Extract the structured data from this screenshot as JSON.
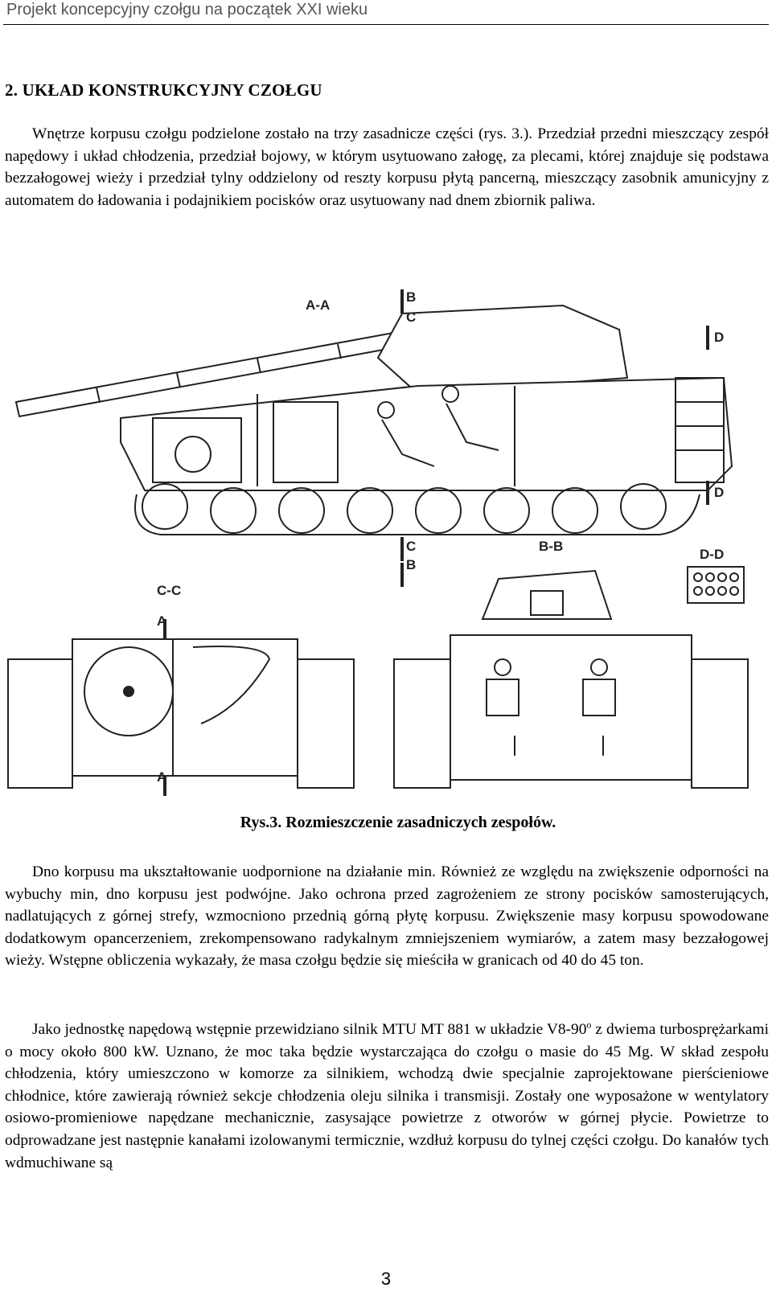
{
  "header": {
    "title": "Projekt koncepcyjny czołgu na początek XXI wieku"
  },
  "chapter": {
    "heading": "2.  UKŁAD KONSTRUKCYJNY CZOŁGU"
  },
  "paragraphs": {
    "p1": "Wnętrze korpusu czołgu podzielone zostało na trzy zasadnicze części (rys. 3.). Przedział przedni mieszczący zespół napędowy i układ chłodzenia, przedział bojowy, w którym usytuowano załogę, za plecami, której znajduje się podstawa bezzałogowej wieży i przedział tylny oddzielony od reszty korpusu płytą pancerną, mieszczący zasobnik amunicyjny z automatem do ładowania i podajnikiem pocisków oraz usytuowany nad dnem zbiornik paliwa.",
    "p2": "Dno korpusu ma ukształtowanie uodpornione na działanie min. Również ze względu na zwiększenie odporności na wybuchy min, dno korpusu jest podwójne. Jako ochrona przed zagrożeniem ze strony pocisków samosterujących, nadlatujących z górnej strefy, wzmocniono przednią górną płytę korpusu. Zwiększenie masy korpusu spowodowane dodatkowym opancerzeniem, zrekompensowano radykalnym zmniejszeniem wymiarów, a zatem masy bezzałogowej wieży. Wstępne obliczenia wykazały, że masa czołgu będzie się mieściła w granicach od 40 do 45 ton.",
    "p3_before_sup": "Jako jednostkę napędową wstępnie przewidziano silnik MTU MT 881 w układzie V8-90",
    "p3_sup": "o",
    "p3_after_sup": " z dwiema turbosprężarkami o mocy około 800 kW. Uznano, że moc taka będzie wystarczająca do czołgu o masie do 45 Mg. W skład zespołu chłodzenia, który umieszczono w komorze za silnikiem, wchodzą dwie specjalnie zaprojektowane pierścieniowe chłodnice, które zawierają również sekcje chłodzenia oleju silnika i transmisji. Zostały one wyposażone w wentylatory osiowo-promieniowe napędzane mechanicznie, zasysające powietrze z otworów w górnej płycie. Powietrze to odprowadzane jest następnie kanałami izolowanymi termicznie, wzdłuż korpusu do tylnej części czołgu. Do kanałów tych wdmuchiwane są"
  },
  "figure": {
    "labels": {
      "aa": "A-A",
      "b_top": "B",
      "c_top": "C",
      "d_top": "D",
      "d_bottom": "D",
      "c_bottom": "C",
      "b_bottom": "B",
      "bb": "B-B",
      "dd": "D-D",
      "cc": "C-C",
      "a_top": "A",
      "a_bottom": "A"
    },
    "caption": "Rys.3. Rozmieszczenie zasadniczych zespołów."
  },
  "footer": {
    "page_number": "3"
  }
}
